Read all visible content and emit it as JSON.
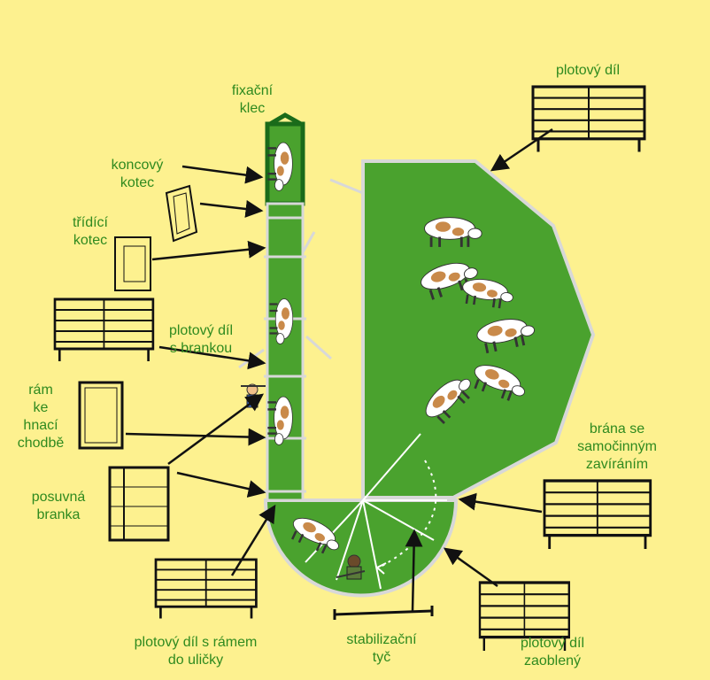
{
  "colors": {
    "background": "#fdf18f",
    "pasture": "#4aa22e",
    "label_text": "#2f8a1f",
    "outline": "#1b1b1b",
    "fence": "#d8d8d8"
  },
  "labels": {
    "fixacni_klec": "fixační\nklec",
    "koncovy_kotec": "koncový\nkotec",
    "tridici_kotec": "třídící\nkotec",
    "plotovy_dil_s_brankou": "plotový díl\ns brankou",
    "ram_ke_hnaci_chodbe": "rám\nke\nhnací\nchodbě",
    "posuvna_branka": "posuvná\nbranka",
    "plotovy_dil_s_ramem": "plotový díl s rámem\ndo uličky",
    "stabilizacni_tyc": "stabilizační\ntyč",
    "plotovy_dil_zaobleny": "plotový díl\nzaoblený",
    "brana_samocinna": "brána se\nsamočinným\nzavíráním",
    "plotovy_dil_top": "plotový díl"
  },
  "icons": {
    "animal": "cow-icon",
    "handler": "farmer-icon",
    "fence_panel": "fence-panel-icon",
    "pen": "pen-frame-icon",
    "cage": "crush-cage-icon"
  }
}
